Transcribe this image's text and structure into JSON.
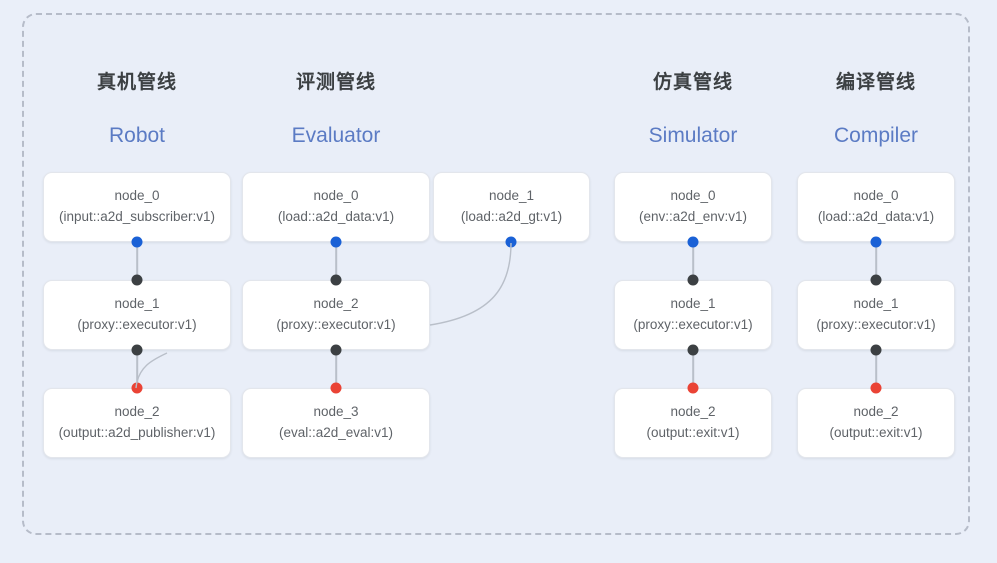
{
  "panel": {
    "border_style": "dashed",
    "border_color": "#b6bcc9",
    "background": "#e9eef8"
  },
  "palette": {
    "blue_port": "#1a61d6",
    "black_port": "#3c4043",
    "red_port": "#ea4335",
    "subtitle": "#5b7bc4",
    "title": "#3c4043",
    "node_text": "#5f6368",
    "edge": "#b9bfc9"
  },
  "columns": [
    {
      "title": "真机管线",
      "subtitle": "Robot",
      "nodes": [
        {
          "id": "node_0",
          "type": "(input::a2d_subscriber:v1)"
        },
        {
          "id": "node_1",
          "type": "(proxy::executor:v1)"
        },
        {
          "id": "node_2",
          "type": "(output::a2d_publisher:v1)"
        }
      ]
    },
    {
      "title": "评测管线",
      "subtitle": "Evaluator",
      "nodes": [
        {
          "id": "node_0",
          "type": "(load::a2d_data:v1)"
        },
        {
          "id": "node_2",
          "type": "(proxy::executor:v1)"
        },
        {
          "id": "node_3",
          "type": "(eval::a2d_eval:v1)"
        }
      ],
      "side_node": {
        "id": "node_1",
        "type": "(load::a2d_gt:v1)"
      }
    },
    {
      "title": "仿真管线",
      "subtitle": "Simulator",
      "nodes": [
        {
          "id": "node_0",
          "type": "(env::a2d_env:v1)"
        },
        {
          "id": "node_1",
          "type": "(proxy::executor:v1)"
        },
        {
          "id": "node_2",
          "type": "(output::exit:v1)"
        }
      ]
    },
    {
      "title": "编译管线",
      "subtitle": "Compiler",
      "nodes": [
        {
          "id": "node_0",
          "type": "(load::a2d_data:v1)"
        },
        {
          "id": "node_1",
          "type": "(proxy::executor:v1)"
        },
        {
          "id": "node_2",
          "type": "(output::exit:v1)"
        }
      ]
    }
  ]
}
